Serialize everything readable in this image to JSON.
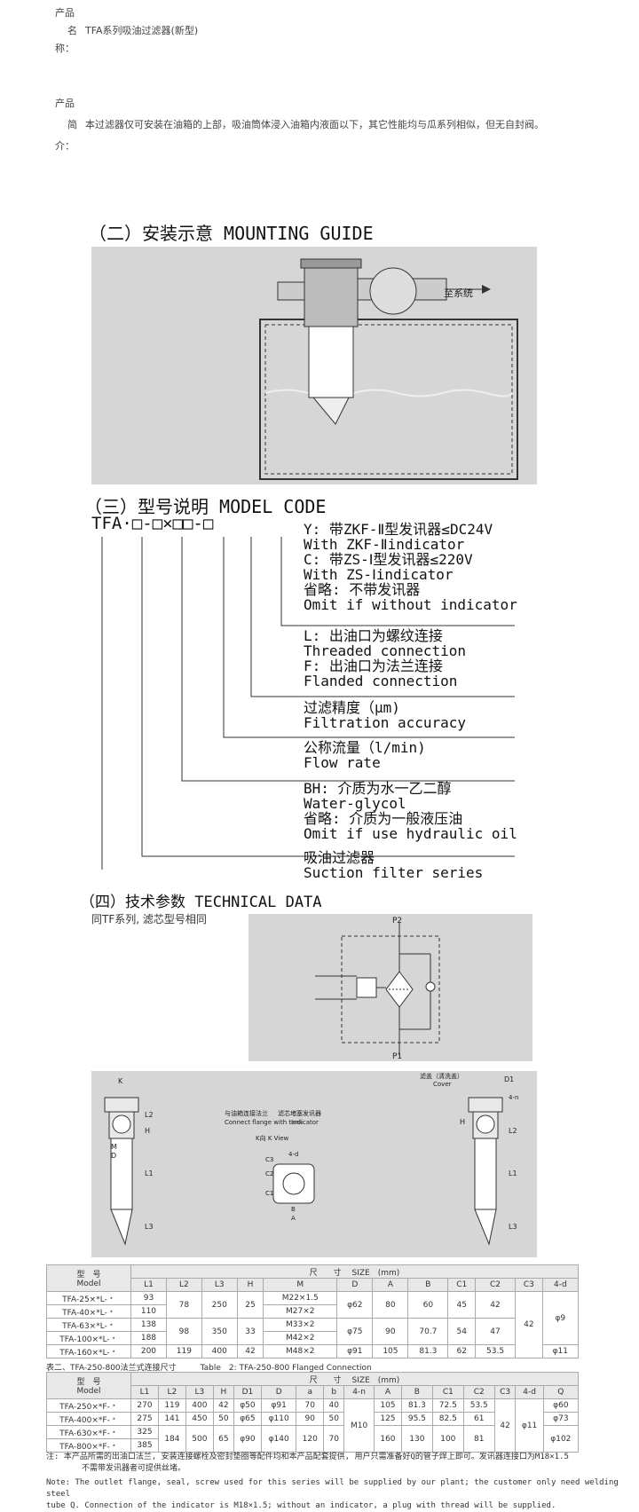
{
  "product": {
    "name_label_top": "产品",
    "name_label_mid": "名",
    "name_label_bot": "称：",
    "name_value": "TFA系列吸油过滤器(新型)",
    "intro_label_top": "产品",
    "intro_label_mid": "简",
    "intro_label_bot": "介：",
    "intro_value": "本过滤器仅可安装在油箱的上部，吸油筒体浸入油箱内液面以下，其它性能均与瓜系列相似，但无自封阀。"
  },
  "mounting": {
    "title": "（二）安装示意 MOUNTING GUIDE",
    "to_system": "至系统"
  },
  "model_code": {
    "title": "（三）型号说明  MODEL CODE",
    "code": "TFA·□-□×□□-□",
    "blocks": [
      [
        "Y: 带ZKF-Ⅱ型发讯器≤DC24V",
        "     With ZKF-Ⅱindicator",
        "C: 带ZS-Ⅰ型发讯器≤220V",
        "     With ZS-Ⅰindicator",
        "省略: 不带发讯器",
        "Omit if without indicator"
      ],
      [
        "L: 出油口为螺纹连接",
        "Threaded connection",
        "F: 出油口为法兰连接",
        "Flanded connection"
      ],
      [
        "过滤精度（μm)",
        "Filtration accuracy"
      ],
      [
        "公称流量（l/min)",
        "Flow rate"
      ],
      [
        "BH: 介质为水一乙二醇",
        "Water-glycol",
        "省略: 介质为一般液压油",
        "Omit if use hydraulic oil"
      ],
      [
        "吸油过滤器",
        "Suction filter series"
      ]
    ]
  },
  "technical": {
    "title": "（四）技术参数 TECHNICAL DATA",
    "subtitle": "同TF系列, 滤芯型号相同",
    "p2": "P2",
    "p1": "P1"
  },
  "drawing": {
    "K": "K",
    "connect_cn": "与油箱连接法兰",
    "connect_en": "Connect flange with tank",
    "seal_cn": "滤芯堵塞发讯器",
    "seal_en": "Indicator",
    "kview_cn": "K向 K View",
    "cover_cn": "滤盖（清洗盖）",
    "cover_en": "Cover",
    "D1": "D1",
    "4n": "4-n",
    "4d": "4-d",
    "H": "H",
    "L1": "L1",
    "L2": "L2",
    "L3": "L3",
    "M": "M",
    "D": "D",
    "C1": "C1",
    "C2": "C2",
    "C3": "C3",
    "A": "A",
    "B": "B"
  },
  "table1": {
    "head1": [
      "型　号",
      "尺　　寸　 SIZE　(mm)"
    ],
    "model_en": "Model",
    "cols": [
      "L1",
      "L2",
      "L3",
      "H",
      "M",
      "D",
      "A",
      "B",
      "C1",
      "C2",
      "C3",
      "4-d"
    ],
    "rows": [
      [
        "TFA-25×*L-﹡",
        "93"
      ],
      [
        "TFA-40×*L-﹡",
        "110"
      ],
      [
        "TFA-63×*L-﹡",
        "138"
      ],
      [
        "TFA-100×*L-﹡",
        "188"
      ],
      [
        "TFA-160×*L-﹡",
        "200"
      ]
    ],
    "L2a": "78",
    "L3a": "250",
    "Ha": "25",
    "L2b": "98",
    "L3b": "350",
    "Hb": "33",
    "L2c": "119",
    "L3c": "400",
    "Hc": "42",
    "M": [
      "M22×1.5",
      "M27×2",
      "M33×2",
      "M42×2",
      "M48×2"
    ],
    "Da": "φ62",
    "Aa": "80",
    "Ba": "60",
    "C1a": "45",
    "C2a": "42",
    "Db": "φ75",
    "Ab": "90",
    "Bb": "70.7",
    "C1b": "54",
    "C2b": "47",
    "Dc": "φ91",
    "Ac": "105",
    "Bc": "81.3",
    "C1c": "62",
    "C2c": "53.5",
    "C3": "42",
    "d4a": "φ9",
    "d4b": "φ11"
  },
  "table2": {
    "caption": "表二、TFA-250-800法兰式连接尺寸　　　Table　2: TFA-250-800 Flanged Connection",
    "head1": [
      "型　号",
      "尺　　寸　 SIZE　(mm)"
    ],
    "model_en": "Model",
    "cols": [
      "L1",
      "L2",
      "L3",
      "H",
      "D1",
      "D",
      "a",
      "b",
      "4-n",
      "A",
      "B",
      "C1",
      "C2",
      "C3",
      "4-d",
      "Q"
    ],
    "rows": [
      [
        "TFA-250×*F-﹡",
        "270",
        "119",
        "400",
        "42",
        "φ50",
        "φ91",
        "70",
        "40",
        "",
        "105",
        "81.3",
        "72.5",
        "53.5",
        "",
        "",
        "φ60"
      ],
      [
        "TFA-400×*F-﹡",
        "275",
        "141",
        "450",
        "50",
        "φ65",
        "φ110",
        "90",
        "50",
        "",
        "125",
        "95.5",
        "82.5",
        "61",
        "",
        "",
        "φ73"
      ],
      [
        "TFA-630×*F-﹡",
        "325",
        "",
        "",
        "",
        "",
        "",
        "",
        "",
        "",
        "",
        "",
        "",
        "",
        "",
        "",
        ""
      ],
      [
        "TFA-800×*F-﹡",
        "385",
        "",
        "",
        "",
        "",
        "",
        "",
        "",
        "",
        "",
        "",
        "",
        "",
        "",
        "",
        ""
      ]
    ],
    "L2m": "184",
    "L3m": "500",
    "Hm": "65",
    "D1m": "φ90",
    "Dm": "φ140",
    "am": "120",
    "bm": "70",
    "n4": "M10",
    "Am": "160",
    "Bm": "130",
    "C1m": "100",
    "C2m": "81",
    "C3": "42",
    "d4": "φ11",
    "Qm": "φ102"
  },
  "notes": {
    "cn1": "注: 本产品所需的出油口法兰, 安装连接螺栓及密封垫圈等配件均和本产品配套提供, 用户只需准备好Q的管子焊上即可。发讯器连接口为M18×1.5",
    "cn2": "不需带发讯器者可提供丝堵。",
    "en1": "Note: The outlet flange, seal, screw used for this series will be supplied by our plant; the customer only need welding steel",
    "en2": "tube Q. Connection of the indicator is M18×1.5; without an indicator, a plug with thread will be supplied."
  },
  "colors": {
    "panel": "#d6d6d6",
    "line": "#333333"
  }
}
